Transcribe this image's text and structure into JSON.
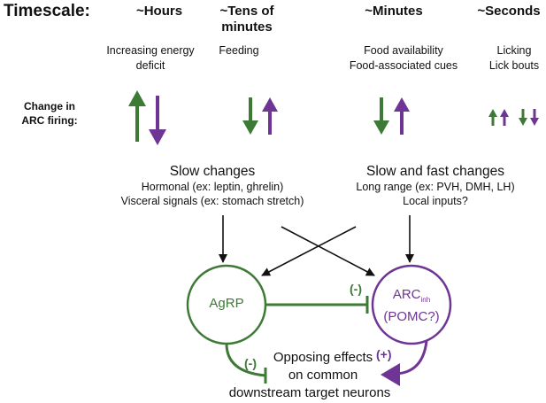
{
  "header": {
    "timescale_label": "Timescale:"
  },
  "timescales": [
    {
      "heading": "~Hours",
      "desc1": "Increasing energy",
      "desc2": "deficit"
    },
    {
      "heading1": "~Tens of",
      "heading2": "minutes",
      "desc1": "Feeding"
    },
    {
      "heading": "~Minutes",
      "desc1": "Food availability",
      "desc2": "Food-associated cues"
    },
    {
      "heading": "~Seconds",
      "desc1": "Licking",
      "desc2": "Lick bouts"
    }
  ],
  "change_label": {
    "line1": "Change in",
    "line2": "ARC firing:"
  },
  "slow_group": {
    "title": "Slow changes",
    "line1": "Hormonal (ex: leptin, ghrelin)",
    "line2": "Visceral signals (ex: stomach stretch)"
  },
  "fast_group": {
    "title": "Slow and fast changes",
    "line1": "Long range (ex: PVH, DMH, LH)",
    "line2": "Local inputs?"
  },
  "nodes": {
    "agrp": "AgRP",
    "arc_main": "ARC",
    "arc_sub": "inh",
    "arc_line2": "(POMC?)"
  },
  "inhibition_label_1": "(-)",
  "inhibition_label_2": "(-)",
  "excitation_label": "(+)",
  "target": {
    "line1": "Opposing effects",
    "line2": "on common",
    "line3": "downstream target neurons"
  },
  "colors": {
    "green": "#3d7a35",
    "purple": "#6e3594",
    "black": "#111111"
  }
}
